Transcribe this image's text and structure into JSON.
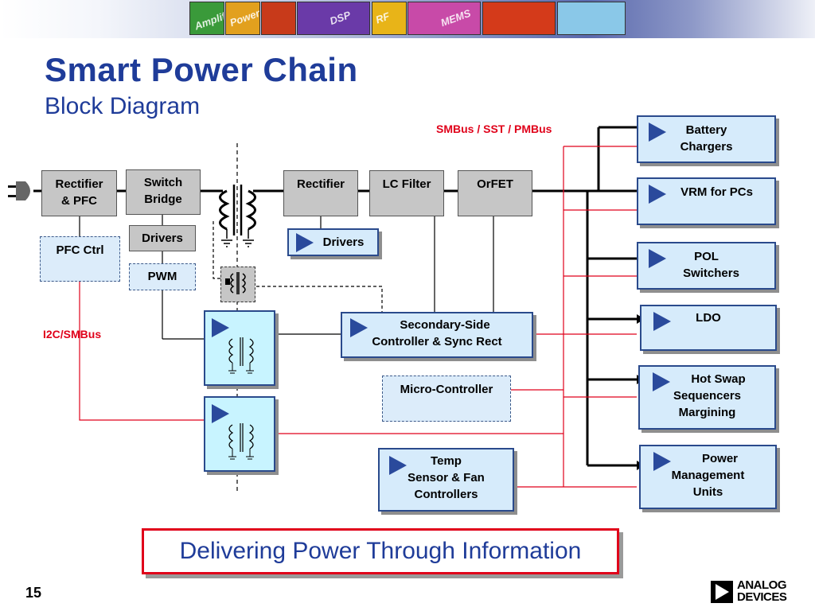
{
  "header": {
    "title": "Smart Power Chain",
    "subtitle": "Block Diagram",
    "banner_tiles": [
      "Amplifiers",
      "Power",
      "DSP",
      "RF",
      "MEMS",
      "",
      ""
    ]
  },
  "labels": {
    "bus": "SMBus / SST / PMBus",
    "i2c": "I2C/SMBus"
  },
  "blocks": {
    "rectifier_pfc": [
      "Rectifier",
      "& PFC"
    ],
    "switch_bridge": [
      "Switch",
      "Bridge"
    ],
    "drivers_primary": "Drivers",
    "pwm": "PWM",
    "pfc_ctrl": "PFC Ctrl",
    "rectifier_secondary": "Rectifier",
    "lc_filter": "LC Filter",
    "orfet": "OrFET",
    "drivers_secondary": "Drivers",
    "secondary_controller": [
      "Secondary-Side",
      "Controller & Sync Rect"
    ],
    "micro_controller": "Micro-Controller",
    "temp_sensor": [
      "Temp",
      "Sensor & Fan",
      "Controllers"
    ]
  },
  "outputs": [
    {
      "lines": [
        "Battery",
        "Chargers"
      ]
    },
    {
      "lines": [
        "VRM for PCs"
      ]
    },
    {
      "lines": [
        "POL",
        "Switchers"
      ]
    },
    {
      "lines": [
        "LDO"
      ]
    },
    {
      "lines": [
        "Hot Swap",
        "Sequencers",
        "Margining"
      ]
    },
    {
      "lines": [
        "Power",
        "Management",
        "Units"
      ]
    }
  ],
  "tagline": "Delivering Power Through Information",
  "page_number": "15",
  "logo": {
    "line1": "ANALOG",
    "line2": "DEVICES"
  },
  "colors": {
    "title": "#1f3c99",
    "bus_red": "#e0001a",
    "box_border": "#2a4a8c",
    "box_fill": "#d6ebfb"
  }
}
